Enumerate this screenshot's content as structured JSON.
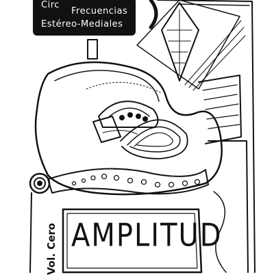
{
  "sign": {
    "line1": "Circ",
    "line2": "Frecuencias",
    "line3": "Estéreo-Mediales"
  },
  "volume": "Vol. Cero",
  "title": "AMPLITUD",
  "colors": {
    "ink": "#111111",
    "paper": "#ffffff"
  }
}
